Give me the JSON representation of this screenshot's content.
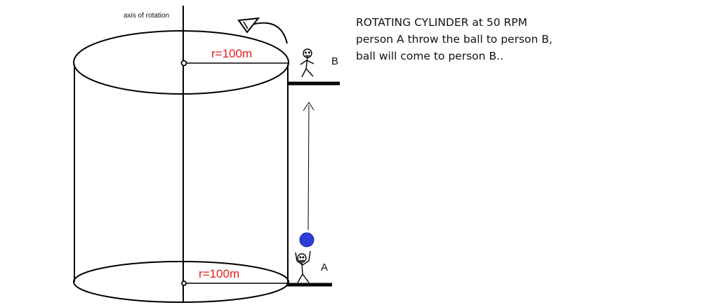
{
  "axis_label": "axis of rotation",
  "radius_top_label": "r=100m",
  "radius_bottom_label": "r=100m",
  "person_a_label": "A",
  "person_b_label": "B",
  "caption": {
    "line1": "ROTATING CYLINDER at 50 RPM",
    "line2": "person A throw the ball to person B,",
    "line3": "ball will come to person B.."
  },
  "colors": {
    "stroke": "#000000",
    "radius_text": "#e0201e",
    "ball": "#2b3cd8",
    "platform": "#000000"
  }
}
